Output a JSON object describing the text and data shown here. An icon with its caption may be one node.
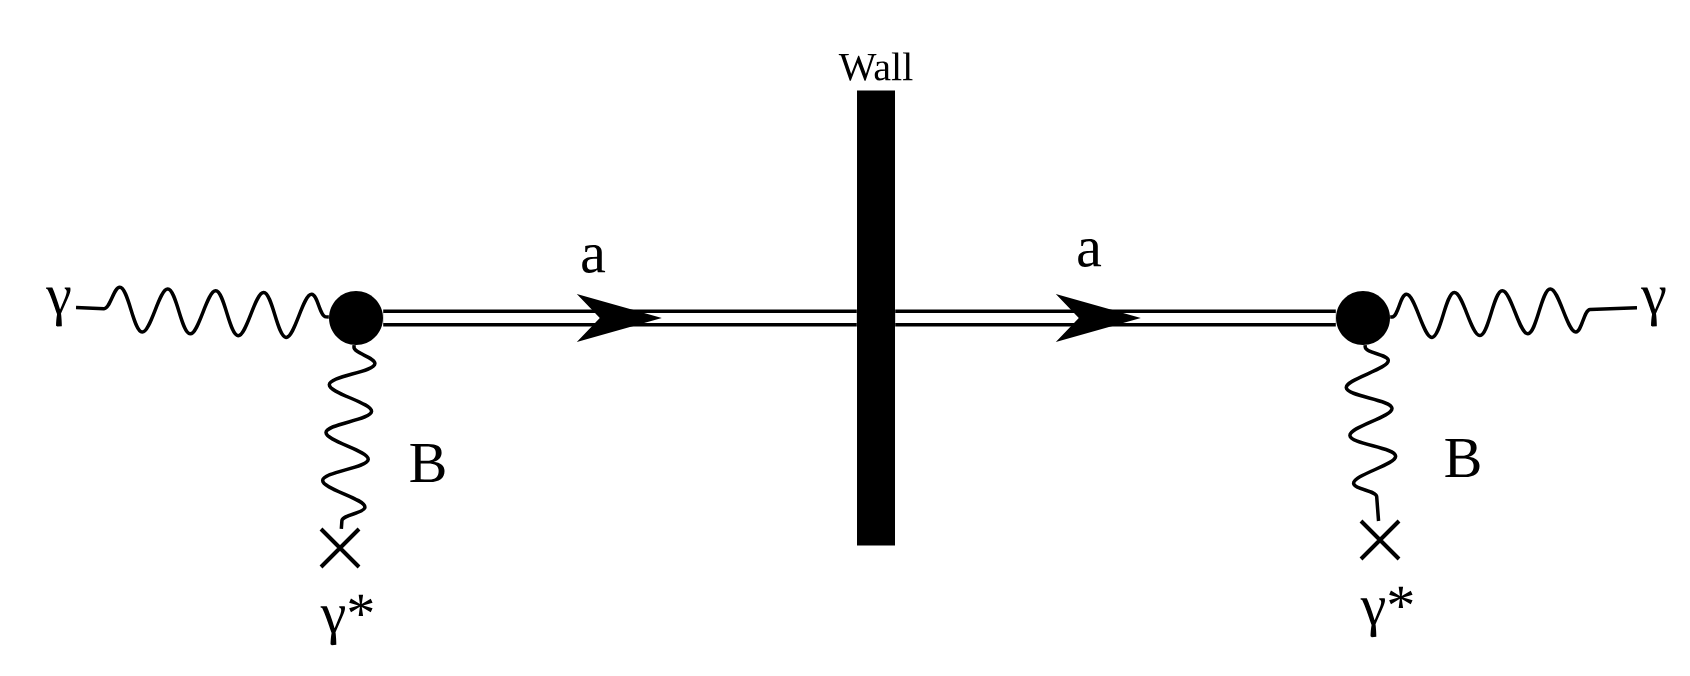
{
  "diagram": {
    "nodes": [
      {
        "text": [
          "γ"
        ]
      },
      {
        "text": [],
        "shape": "circle"
      },
      {
        "text": [
          "γ*"
        ]
      },
      {
        "text": [
          "Wall"
        ]
      },
      {
        "text": [],
        "shape": "circle"
      },
      {
        "text": [
          "γ*"
        ]
      },
      {
        "text": [
          "γ"
        ]
      }
    ],
    "edges": [
      {
        "from": 0,
        "to": 1,
        "arrow": "none"
      },
      {
        "from": 1,
        "to": 2,
        "arrow": "none",
        "label": "B"
      },
      {
        "from": 1,
        "to": 3,
        "arrow": "to",
        "label": "a",
        "style": "thick"
      },
      {
        "from": 3,
        "to": 4,
        "arrow": "to",
        "label": "a",
        "style": "thick"
      },
      {
        "from": 4,
        "to": 6,
        "arrow": "none"
      },
      {
        "from": 4,
        "to": 5,
        "arrow": "none",
        "label": "B"
      }
    ]
  }
}
